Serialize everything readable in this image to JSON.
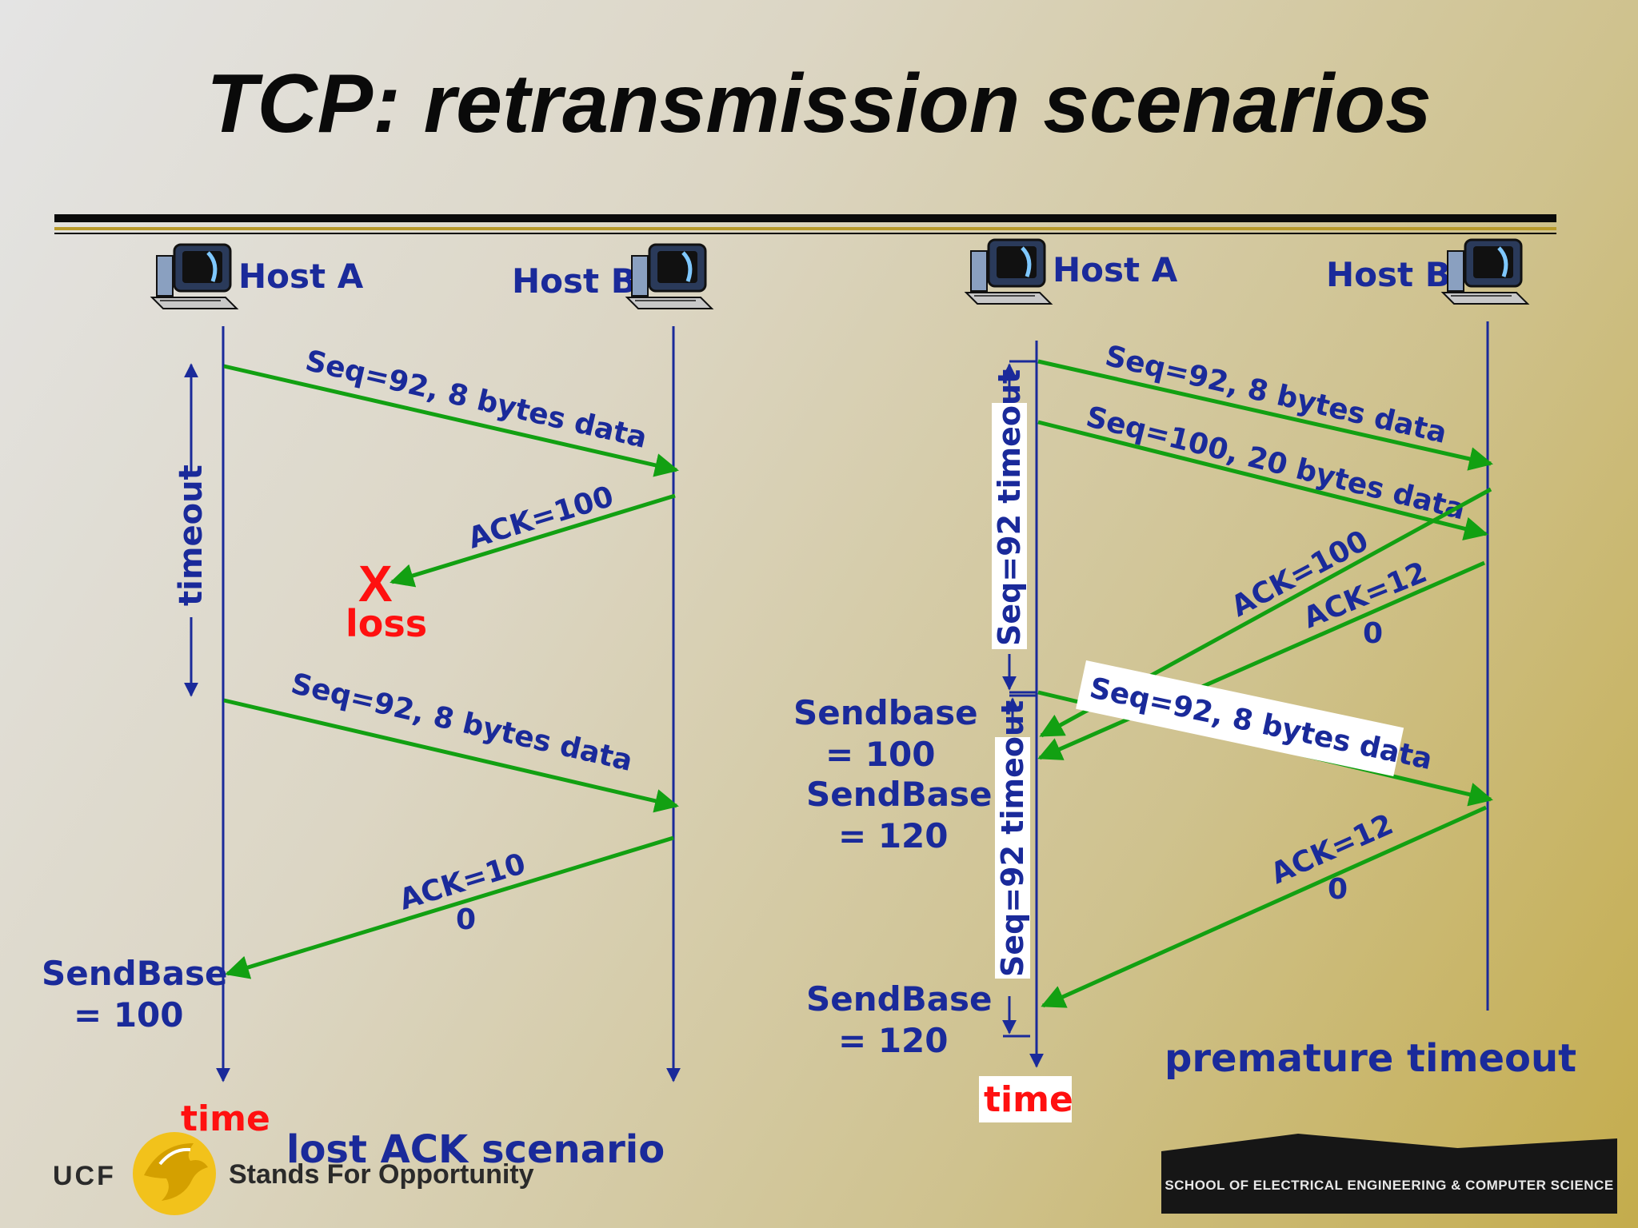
{
  "slide": {
    "title": "TCP: retransmission scenarios"
  },
  "left": {
    "host_a": "Host A",
    "host_b": "Host B",
    "timeout": "timeout",
    "seg1": "Seq=92, 8 bytes data",
    "ack1": "ACK=100",
    "loss_mark": "X",
    "loss": "loss",
    "seg2": "Seq=92, 8 bytes data",
    "ack2_line1": "ACK=10",
    "ack2_line2": "0",
    "sendbase_line1": "SendBase",
    "sendbase_line2": "= 100",
    "time": "time",
    "caption": "lost ACK scenario"
  },
  "right": {
    "host_a": "Host A",
    "host_b": "Host B",
    "timeout1": "Seq=92 timeout",
    "timeout2": "Seq=92 timeout",
    "seg1": "Seq=92, 8 bytes data",
    "seg2": "Seq=100, 20 bytes data",
    "ack1": "ACK=100",
    "ack2_line1": "ACK=12",
    "ack2_line2": "0",
    "seg3": "Seq=92, 8 bytes data",
    "ack3_line1": "ACK=12",
    "ack3_line2": "0",
    "sendbase1_line1": "Sendbase",
    "sendbase1_line2": "= 100",
    "sendbase2_line1": "SendBase",
    "sendbase2_line2": "= 120",
    "sendbase3_line1": "SendBase",
    "sendbase3_line2": "= 120",
    "time": "time",
    "caption": "premature timeout"
  },
  "footer": {
    "ucf": "UCF",
    "tagline": "Stands For Opportunity",
    "school": "SCHOOL OF ELECTRICAL ENGINEERING & COMPUTER SCIENCE"
  },
  "colors": {
    "timeline": "#1a2a9a",
    "message": "#12a012",
    "label": "#1a2a9a",
    "loss": "#ff1010"
  }
}
